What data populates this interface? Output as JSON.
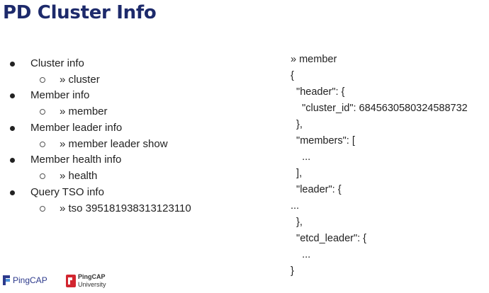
{
  "slide": {
    "title": "PD Cluster Info",
    "outline": [
      {
        "label": "Cluster info",
        "sub": "» cluster"
      },
      {
        "label": "Member info",
        "sub": "» member"
      },
      {
        "label": "Member leader info",
        "sub": "» member leader show"
      },
      {
        "label": "Member health info",
        "sub": "» health"
      },
      {
        "label": "Query TSO info",
        "sub": "» tso 395181938313123110"
      }
    ],
    "code_lines": [
      "» member",
      "{",
      "  \"header\": {",
      "    \"cluster_id\": 6845630580324588732",
      "  },",
      "  \"members\": [",
      "    ...",
      "  ],",
      "  \"leader\": {",
      "...",
      "  },",
      "  \"etcd_leader\": {",
      "    ...",
      "}"
    ],
    "logos": {
      "pingcap": "PingCAP",
      "university_line1": "PingCAP",
      "university_line2": "University"
    },
    "colors": {
      "title": "#1d2a6b",
      "pingcap_brand": "#2d3a8c",
      "university_red": "#d22630"
    }
  }
}
